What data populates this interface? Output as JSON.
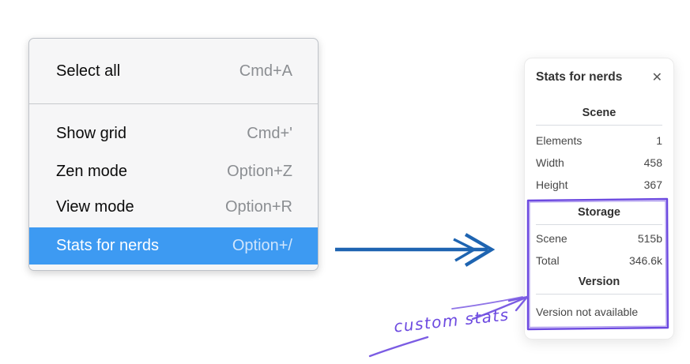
{
  "colors": {
    "menu_highlight": "#3d9af2",
    "menu_background": "#f6f6f7",
    "arrow_blue": "#1e64b1",
    "annotation_purple": "#6c49e0"
  },
  "menu": {
    "items": [
      {
        "label": "Select all",
        "shortcut": "Cmd+A"
      },
      {
        "label": "Show grid",
        "shortcut": "Cmd+'"
      },
      {
        "label": "Zen mode",
        "shortcut": "Option+Z"
      },
      {
        "label": "View mode",
        "shortcut": "Option+R"
      },
      {
        "label": "Stats for nerds",
        "shortcut": "Option+/"
      }
    ]
  },
  "panel": {
    "title": "Stats for nerds",
    "close_icon": "✕",
    "sections": [
      {
        "header": "Scene",
        "rows": [
          {
            "label": "Elements",
            "value": "1"
          },
          {
            "label": "Width",
            "value": "458"
          },
          {
            "label": "Height",
            "value": "367"
          }
        ]
      },
      {
        "header": "Storage",
        "rows": [
          {
            "label": "Scene",
            "value": "515b"
          },
          {
            "label": "Total",
            "value": "346.6k"
          }
        ]
      },
      {
        "header": "Version",
        "note": "Version not available"
      }
    ]
  },
  "annotation": {
    "label": "custom stats"
  }
}
